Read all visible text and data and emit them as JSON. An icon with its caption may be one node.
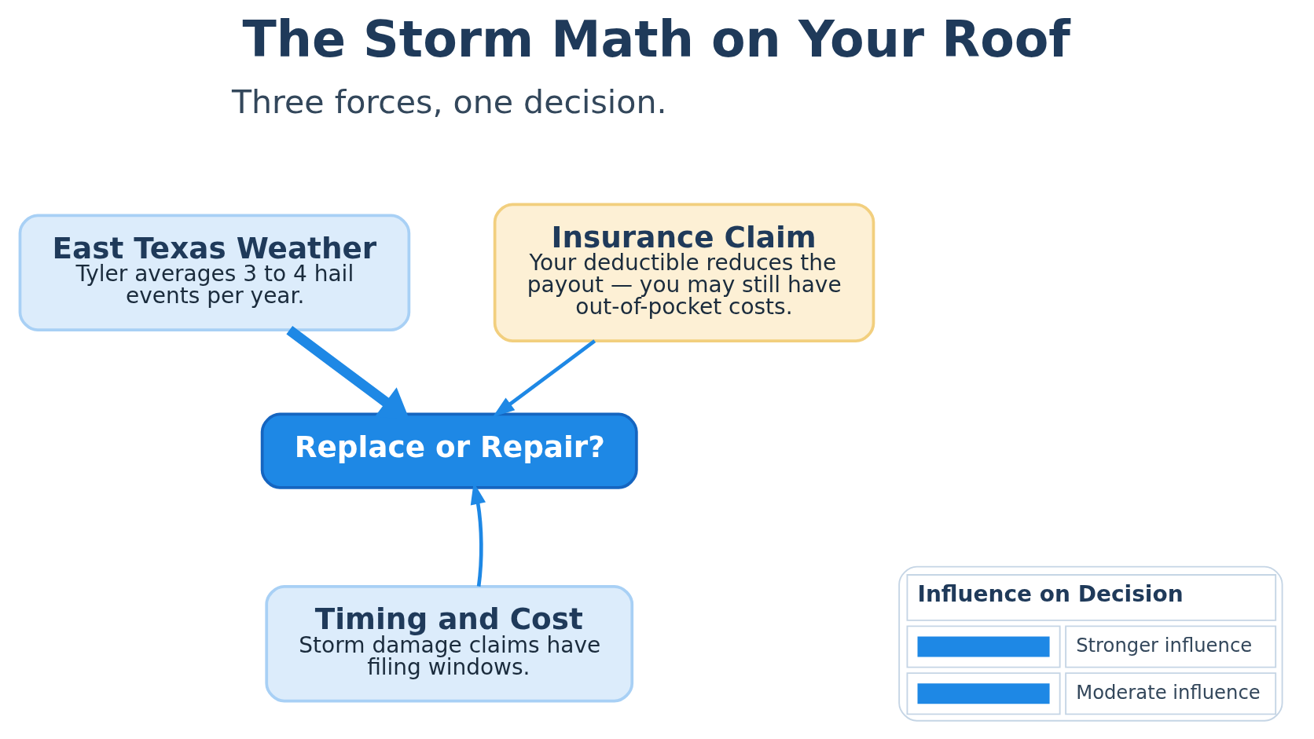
{
  "diagram": {
    "title": "The Storm Math on Your Roof",
    "nodes": [
      {
        "text": [
          "East Texas Weather",
          "Tyler averages 3 to 4 hail events per year."
        ]
      },
      {
        "text": [
          "Insurance Claim",
          "Your deductible reduces the payout — you may still have out-of-pocket costs."
        ]
      },
      {
        "text": [
          "Replace or Repair?"
        ]
      },
      {
        "text": [
          "Timing and Cost",
          "Storm damage claims have filing windows."
        ]
      }
    ],
    "edges": [
      {
        "from": 0,
        "to": 2,
        "arrow": "to",
        "style": "thick"
      },
      {
        "from": 1,
        "to": 2,
        "arrow": "to"
      },
      {
        "from": 3,
        "to": 2,
        "arrow": "to"
      }
    ],
    "labels": [
      "Three forces, one decision.",
      "Influence on Decision"
    ],
    "legend": [
      {
        "text": "Stronger influence"
      },
      {
        "text": "Moderate influence"
      }
    ]
  }
}
